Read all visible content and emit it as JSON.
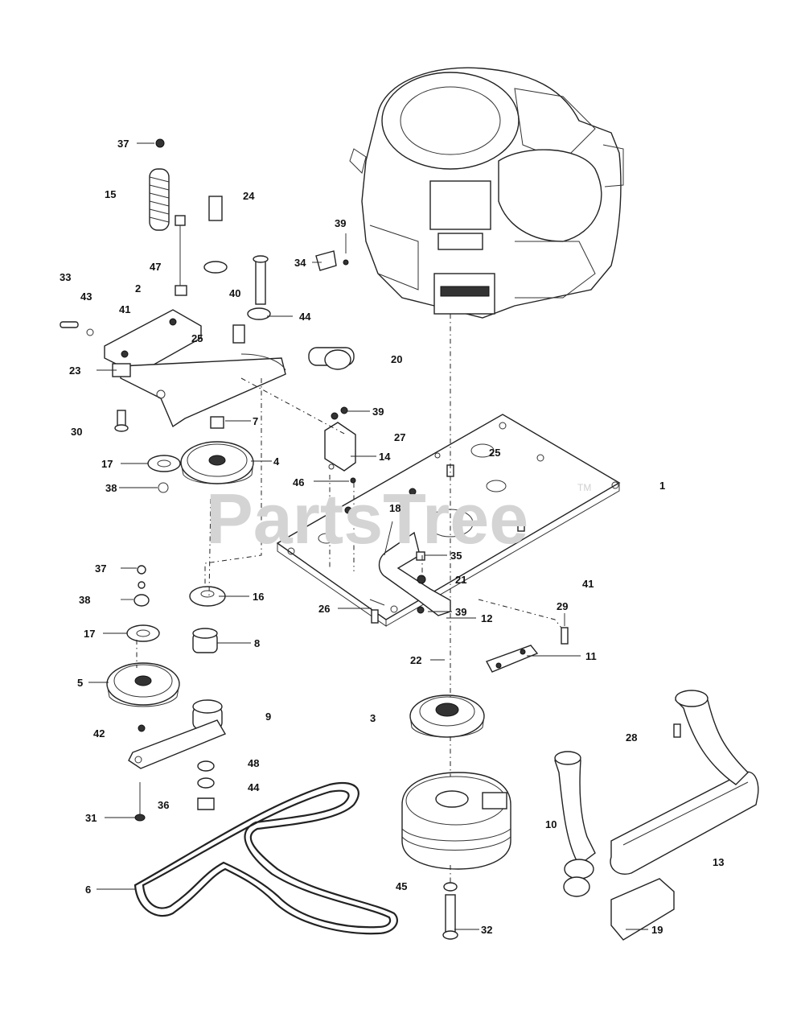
{
  "watermark": {
    "text": "PartsTree",
    "trademark": "TM"
  },
  "callouts": [
    {
      "id": "c1",
      "text": "1"
    },
    {
      "id": "c2",
      "text": "2"
    },
    {
      "id": "c3",
      "text": "3"
    },
    {
      "id": "c4",
      "text": "4"
    },
    {
      "id": "c5",
      "text": "5"
    },
    {
      "id": "c6",
      "text": "6"
    },
    {
      "id": "c7",
      "text": "7"
    },
    {
      "id": "c8",
      "text": "8"
    },
    {
      "id": "c9",
      "text": "9"
    },
    {
      "id": "c10",
      "text": "10"
    },
    {
      "id": "c11",
      "text": "11"
    },
    {
      "id": "c12",
      "text": "12"
    },
    {
      "id": "c13",
      "text": "13"
    },
    {
      "id": "c14",
      "text": "14"
    },
    {
      "id": "c15",
      "text": "15"
    },
    {
      "id": "c16",
      "text": "16"
    },
    {
      "id": "c17a",
      "text": "17"
    },
    {
      "id": "c17b",
      "text": "17"
    },
    {
      "id": "c18",
      "text": "18"
    },
    {
      "id": "c19",
      "text": "19"
    },
    {
      "id": "c20",
      "text": "20"
    },
    {
      "id": "c21",
      "text": "21"
    },
    {
      "id": "c22",
      "text": "22"
    },
    {
      "id": "c23",
      "text": "23"
    },
    {
      "id": "c24",
      "text": "24"
    },
    {
      "id": "c25a",
      "text": "25"
    },
    {
      "id": "c25b",
      "text": "25"
    },
    {
      "id": "c26",
      "text": "26"
    },
    {
      "id": "c27",
      "text": "27"
    },
    {
      "id": "c28",
      "text": "28"
    },
    {
      "id": "c29",
      "text": "29"
    },
    {
      "id": "c30",
      "text": "30"
    },
    {
      "id": "c31",
      "text": "31"
    },
    {
      "id": "c32",
      "text": "32"
    },
    {
      "id": "c33",
      "text": "33"
    },
    {
      "id": "c34",
      "text": "34"
    },
    {
      "id": "c35",
      "text": "35"
    },
    {
      "id": "c36",
      "text": "36"
    },
    {
      "id": "c37a",
      "text": "37"
    },
    {
      "id": "c37b",
      "text": "37"
    },
    {
      "id": "c38a",
      "text": "38"
    },
    {
      "id": "c38b",
      "text": "38"
    },
    {
      "id": "c39a",
      "text": "39"
    },
    {
      "id": "c39b",
      "text": "39"
    },
    {
      "id": "c39c",
      "text": "39"
    },
    {
      "id": "c40",
      "text": "40"
    },
    {
      "id": "c41a",
      "text": "41"
    },
    {
      "id": "c41b",
      "text": "41"
    },
    {
      "id": "c42",
      "text": "42"
    },
    {
      "id": "c43",
      "text": "43"
    },
    {
      "id": "c44a",
      "text": "44"
    },
    {
      "id": "c44b",
      "text": "44"
    },
    {
      "id": "c45",
      "text": "45"
    },
    {
      "id": "c46",
      "text": "46"
    },
    {
      "id": "c47",
      "text": "47"
    },
    {
      "id": "c48",
      "text": "48"
    }
  ]
}
